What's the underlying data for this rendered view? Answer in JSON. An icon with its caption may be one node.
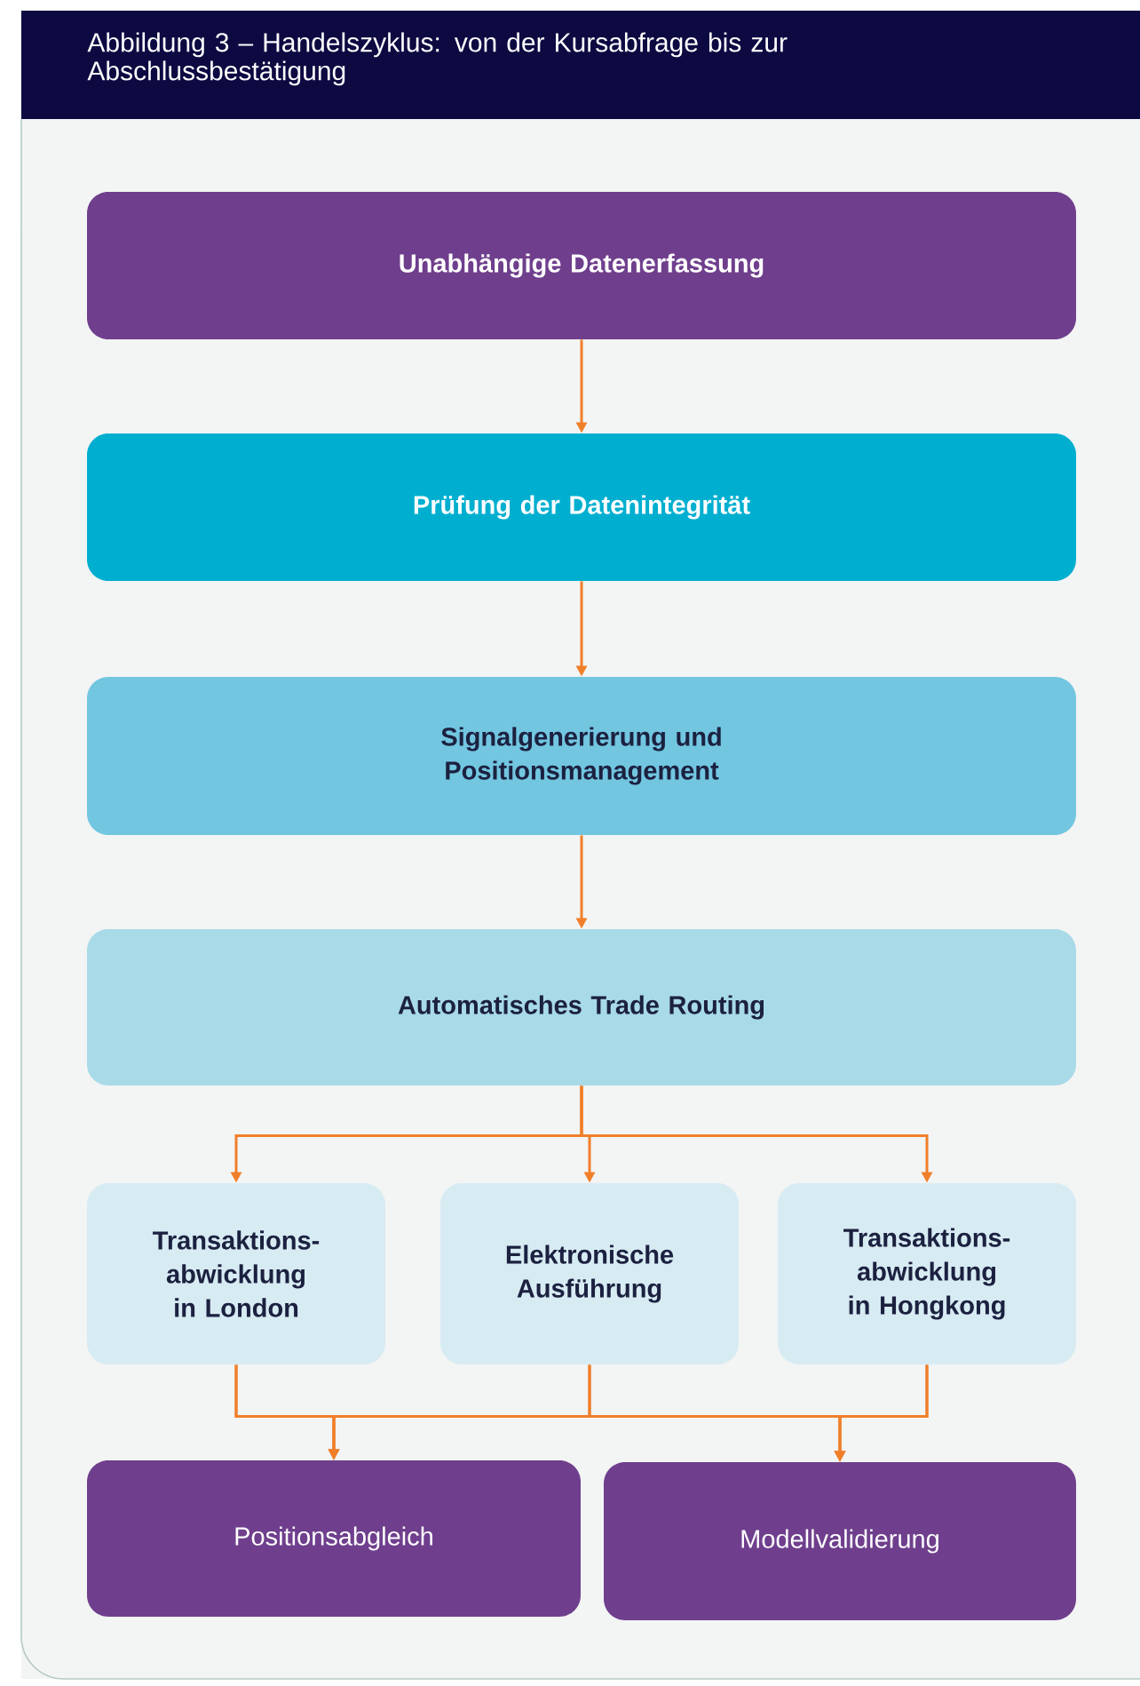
{
  "diagram": {
    "title": "Abbildung 3 – Handelszyklus: von der Kursabfrage bis zur Abschlussbestätigung",
    "nodes": [
      {
        "text": [
          "Unabhängige Datenerfassung"
        ]
      },
      {
        "text": [
          "Prüfung der Datenintegrität"
        ]
      },
      {
        "text": [
          "Signalgenerierung und Positionsmanagement"
        ]
      },
      {
        "text": [
          "Automatisches Trade Routing"
        ]
      },
      {
        "text": [
          "Transaktions-abwicklung in London"
        ]
      },
      {
        "text": [
          "Elektronische Ausführung"
        ]
      },
      {
        "text": [
          "Transaktions-abwicklung in Hongkong"
        ]
      },
      {
        "text": [
          "Positionsabgleich"
        ]
      },
      {
        "text": [
          "Modellvalidierung"
        ]
      }
    ],
    "edges": [
      {
        "from": 0,
        "to": 1,
        "arrow": "to"
      },
      {
        "from": 1,
        "to": 2,
        "arrow": "to"
      },
      {
        "from": 2,
        "to": 3,
        "arrow": "to"
      },
      {
        "from": 3,
        "to": 4,
        "arrow": "to"
      },
      {
        "from": 3,
        "to": 5,
        "arrow": "to"
      },
      {
        "from": 3,
        "to": 6,
        "arrow": "to"
      },
      {
        "from": 4,
        "to": 7,
        "arrow": "to"
      },
      {
        "from": 4,
        "to": 8,
        "arrow": "to"
      },
      {
        "from": 5,
        "to": 7,
        "arrow": "to"
      },
      {
        "from": 5,
        "to": 8,
        "arrow": "to"
      },
      {
        "from": 6,
        "to": 7,
        "arrow": "to"
      },
      {
        "from": 6,
        "to": 8,
        "arrow": "to"
      }
    ]
  }
}
